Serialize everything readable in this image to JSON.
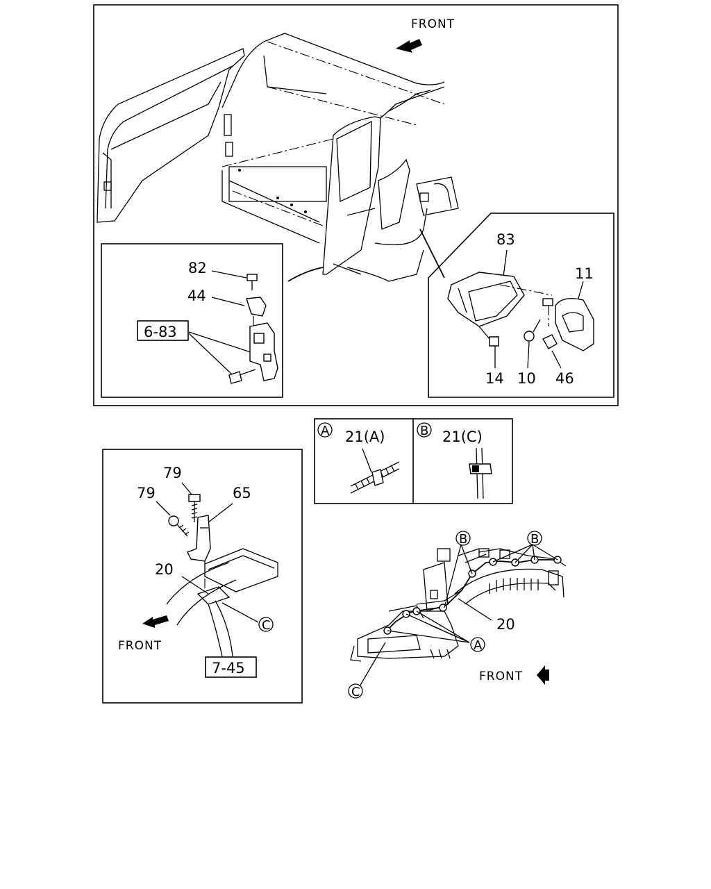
{
  "main_view": {
    "front_label": "FRONT",
    "inset_left": {
      "callouts": [
        "82",
        "44"
      ],
      "ref_box": "6-83"
    },
    "inset_right": {
      "callouts": [
        "83",
        "11",
        "14",
        "10",
        "46"
      ]
    }
  },
  "legend": {
    "items": [
      {
        "marker": "A",
        "label": "21(A)"
      },
      {
        "marker": "B",
        "label": "21(C)"
      }
    ]
  },
  "lower_left": {
    "callouts": [
      "79",
      "79",
      "65",
      "20"
    ],
    "marker": "C",
    "front_label": "FRONT",
    "ref_box": "7-45"
  },
  "lower_right": {
    "markers": [
      "B",
      "B",
      "A",
      "C"
    ],
    "callout": "20",
    "front_label": "FRONT"
  }
}
